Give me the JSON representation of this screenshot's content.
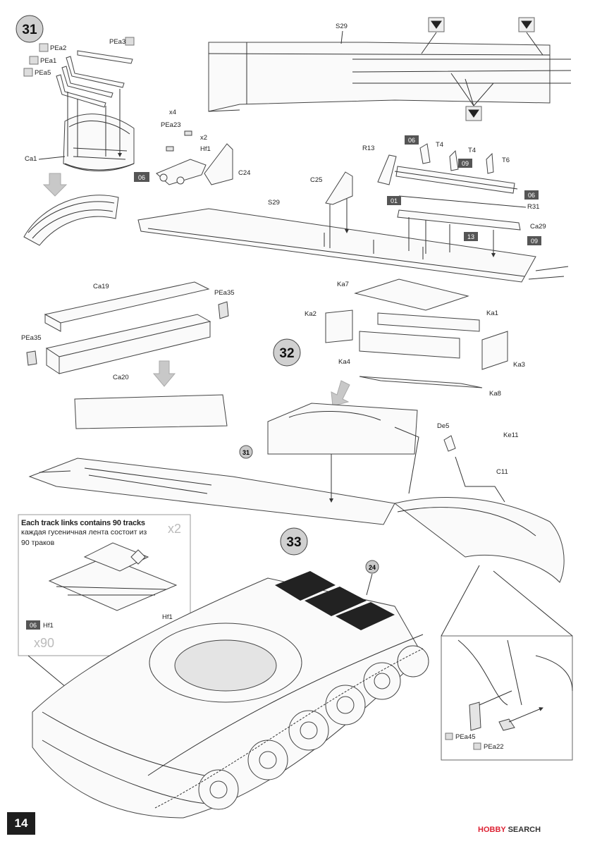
{
  "steps": {
    "s31": "31",
    "s32": "32",
    "s33": "33"
  },
  "refs": {
    "r31": "31",
    "r24": "24"
  },
  "page_number": "14",
  "watermark": {
    "brand": "HOBBY",
    "rest": "SEARCH"
  },
  "track_note": {
    "en": "Each track links contains 90 tracks",
    "ru_line1": "каждая гусеничная лента состоит из",
    "ru_line2": "90 траков",
    "qty_x2": "x2",
    "qty_x90": "x90",
    "hf1_a": "Hf1",
    "hf1_b": "Hf1",
    "sprue_06": "06"
  },
  "labels": {
    "S29_top": "S29",
    "S29_mid": "S29",
    "PEa3": "PEa3",
    "PEa2": "PEa2",
    "PEa1": "PEa1",
    "PEa5": "PEa5",
    "Ca1": "Ca1",
    "x4": "x4",
    "PEa23": "PEa23",
    "x2": "x2",
    "Hf1": "Hf1",
    "C24": "C24",
    "C25": "C25",
    "R13": "R13",
    "T4a": "T4",
    "T4b": "T4",
    "T6": "T6",
    "R31": "R31",
    "Ca29": "Ca29",
    "Ca19": "Ca19",
    "PEa35a": "PEa35",
    "PEa35b": "PEa35",
    "Ca20": "Ca20",
    "Ka7": "Ka7",
    "Ka2": "Ka2",
    "Ka1": "Ka1",
    "Ka4": "Ka4",
    "Ka3": "Ka3",
    "Ka8": "Ka8",
    "De5": "De5",
    "Ke11": "Ke11",
    "C11": "C11",
    "PEa45": "PEa45",
    "PEa22": "PEa22"
  },
  "sprue_tags": {
    "t06a": "06",
    "t06b": "06",
    "t09a": "09",
    "t01": "01",
    "t06c": "06",
    "t13": "13",
    "t09b": "09"
  }
}
